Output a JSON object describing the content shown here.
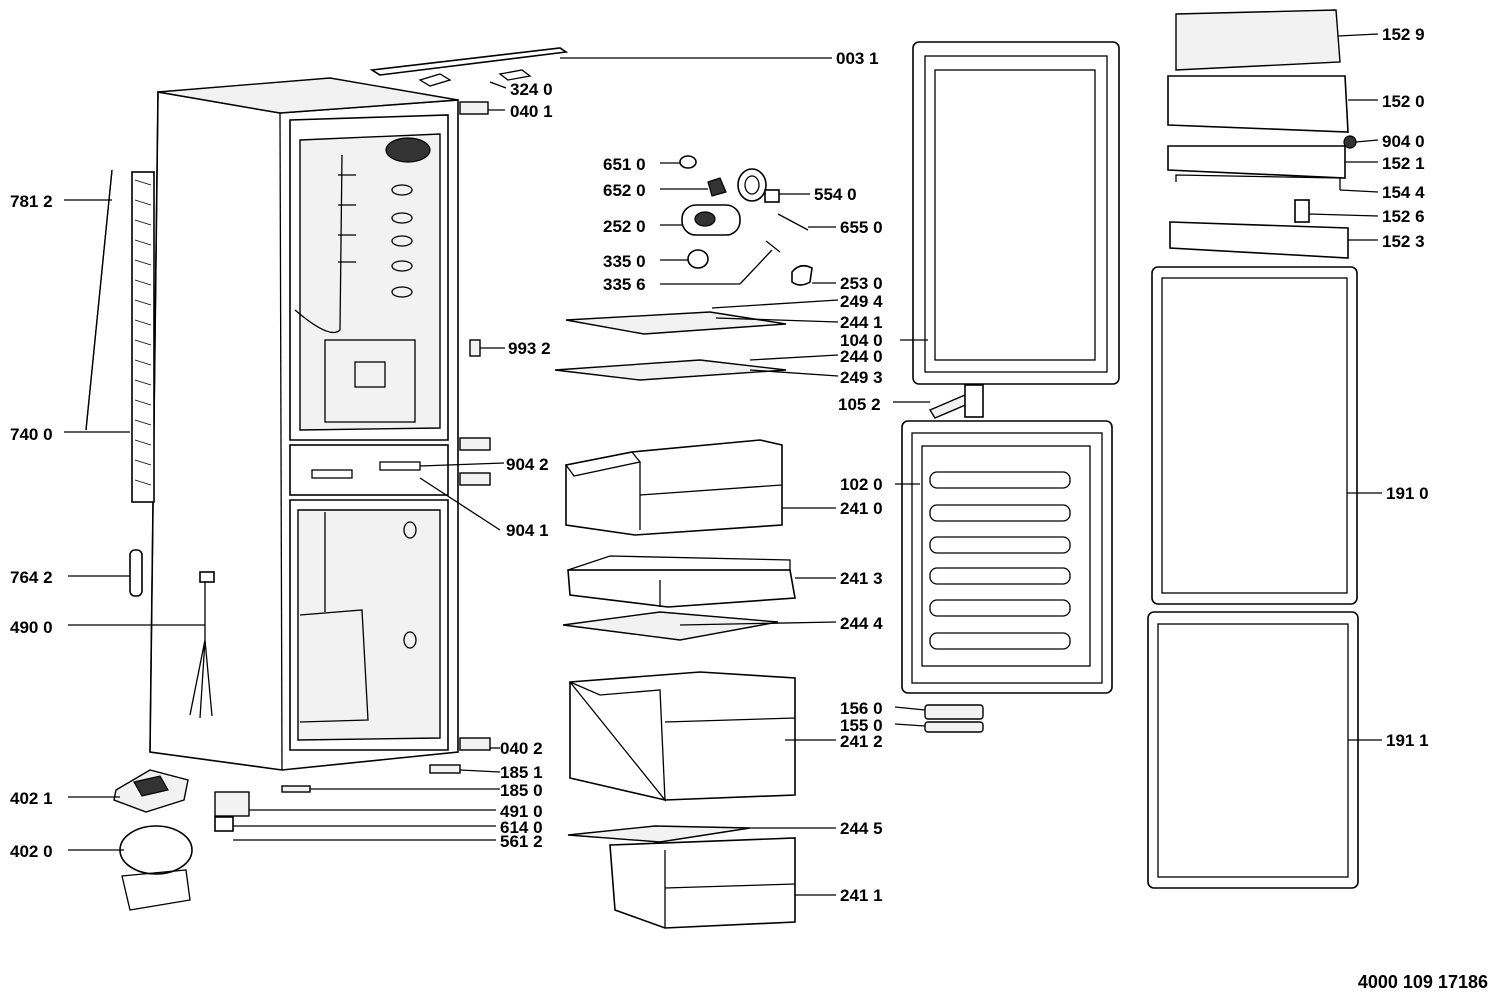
{
  "document_number": "4000 109 17186",
  "callouts": [
    {
      "id": "003-1",
      "label": "003 1"
    },
    {
      "id": "324-0",
      "label": "324 0"
    },
    {
      "id": "040-1",
      "label": "040 1"
    },
    {
      "id": "781-2",
      "label": "781 2"
    },
    {
      "id": "740-0",
      "label": "740 0"
    },
    {
      "id": "764-2",
      "label": "764 2"
    },
    {
      "id": "490-0",
      "label": "490 0"
    },
    {
      "id": "402-1",
      "label": "402 1"
    },
    {
      "id": "402-0",
      "label": "402 0"
    },
    {
      "id": "651-0",
      "label": "651 0"
    },
    {
      "id": "652-0",
      "label": "652 0"
    },
    {
      "id": "252-0",
      "label": "252 0"
    },
    {
      "id": "335-0",
      "label": "335 0"
    },
    {
      "id": "335-6",
      "label": "335 6"
    },
    {
      "id": "554-0",
      "label": "554 0"
    },
    {
      "id": "655-0",
      "label": "655 0"
    },
    {
      "id": "253-0",
      "label": "253 0"
    },
    {
      "id": "249-4",
      "label": "249 4"
    },
    {
      "id": "244-1",
      "label": "244 1"
    },
    {
      "id": "993-2",
      "label": "993 2"
    },
    {
      "id": "104-0",
      "label": "104 0"
    },
    {
      "id": "244-0",
      "label": "244 0"
    },
    {
      "id": "249-3",
      "label": "249 3"
    },
    {
      "id": "105-2",
      "label": "105 2"
    },
    {
      "id": "904-2",
      "label": "904 2"
    },
    {
      "id": "904-1",
      "label": "904 1"
    },
    {
      "id": "102-0",
      "label": "102 0"
    },
    {
      "id": "241-0",
      "label": "241 0"
    },
    {
      "id": "241-3",
      "label": "241 3"
    },
    {
      "id": "244-4",
      "label": "244 4"
    },
    {
      "id": "156-0",
      "label": "156 0"
    },
    {
      "id": "155-0",
      "label": "155 0"
    },
    {
      "id": "241-2",
      "label": "241 2"
    },
    {
      "id": "040-2",
      "label": "040 2"
    },
    {
      "id": "185-1",
      "label": "185 1"
    },
    {
      "id": "185-0",
      "label": "185 0"
    },
    {
      "id": "491-0",
      "label": "491 0"
    },
    {
      "id": "614-0",
      "label": "614 0"
    },
    {
      "id": "561-2",
      "label": "561 2"
    },
    {
      "id": "244-5",
      "label": "244 5"
    },
    {
      "id": "241-1",
      "label": "241 1"
    },
    {
      "id": "152-9",
      "label": "152 9"
    },
    {
      "id": "152-0",
      "label": "152 0"
    },
    {
      "id": "904-0",
      "label": "904 0"
    },
    {
      "id": "152-1",
      "label": "152 1"
    },
    {
      "id": "154-4",
      "label": "154 4"
    },
    {
      "id": "152-6",
      "label": "152 6"
    },
    {
      "id": "152-3",
      "label": "152 3"
    },
    {
      "id": "191-0",
      "label": "191 0"
    },
    {
      "id": "191-1",
      "label": "191 1"
    }
  ]
}
